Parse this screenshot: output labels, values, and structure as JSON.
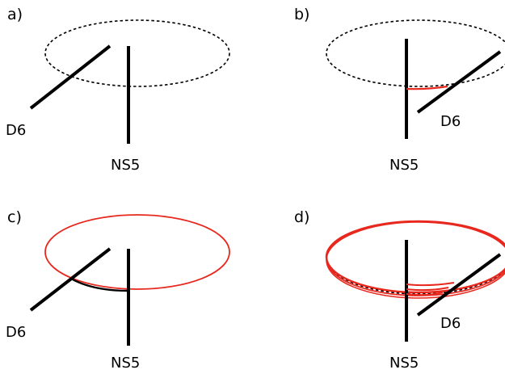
{
  "panels": [
    {
      "label": "a)",
      "d6_label": "D6",
      "ns5_label": "NS5"
    },
    {
      "label": "b)",
      "d6_label": "D6",
      "ns5_label": "NS5"
    },
    {
      "label": "c)",
      "d6_label": "D6",
      "ns5_label": "NS5"
    },
    {
      "label": "d)",
      "d6_label": "D6",
      "ns5_label": "NS5"
    }
  ],
  "colors": {
    "ink": "#000000",
    "red": "#e8281e"
  }
}
